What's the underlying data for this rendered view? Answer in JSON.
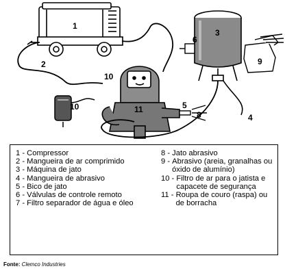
{
  "diagram": {
    "callouts": [
      "1",
      "2",
      "3",
      "4",
      "5",
      "6",
      "8",
      "9",
      "10",
      "10",
      "11"
    ]
  },
  "legend": {
    "left": [
      {
        "num": "1 - ",
        "text": "Compressor"
      },
      {
        "num": "2 - ",
        "text": "Mangueira de ar comprimido"
      },
      {
        "num": "3 - ",
        "text": "Máquina de jato"
      },
      {
        "num": "4 - ",
        "text": "Mangueira de abrasivo"
      },
      {
        "num": "5 - ",
        "text": "Bico de jato"
      },
      {
        "num": "6 - ",
        "text": "Válvulas de controle remoto"
      },
      {
        "num": "7 - ",
        "text": "Filtro separador de água e óleo"
      }
    ],
    "right": [
      {
        "num": "8 - ",
        "text": "Jato abrasivo"
      },
      {
        "num": "9 - ",
        "text": "Abrasivo (areia, granalhas ou óxido de alumínio)"
      },
      {
        "num": "10 - ",
        "text": "Filtro de ar para o jatista e capacete de segurança"
      },
      {
        "num": "11 - ",
        "text": "Roupa de couro (raspa) ou de borracha"
      }
    ]
  },
  "source": {
    "prefix": "Fonte: ",
    "name": "Clemco Industries"
  }
}
